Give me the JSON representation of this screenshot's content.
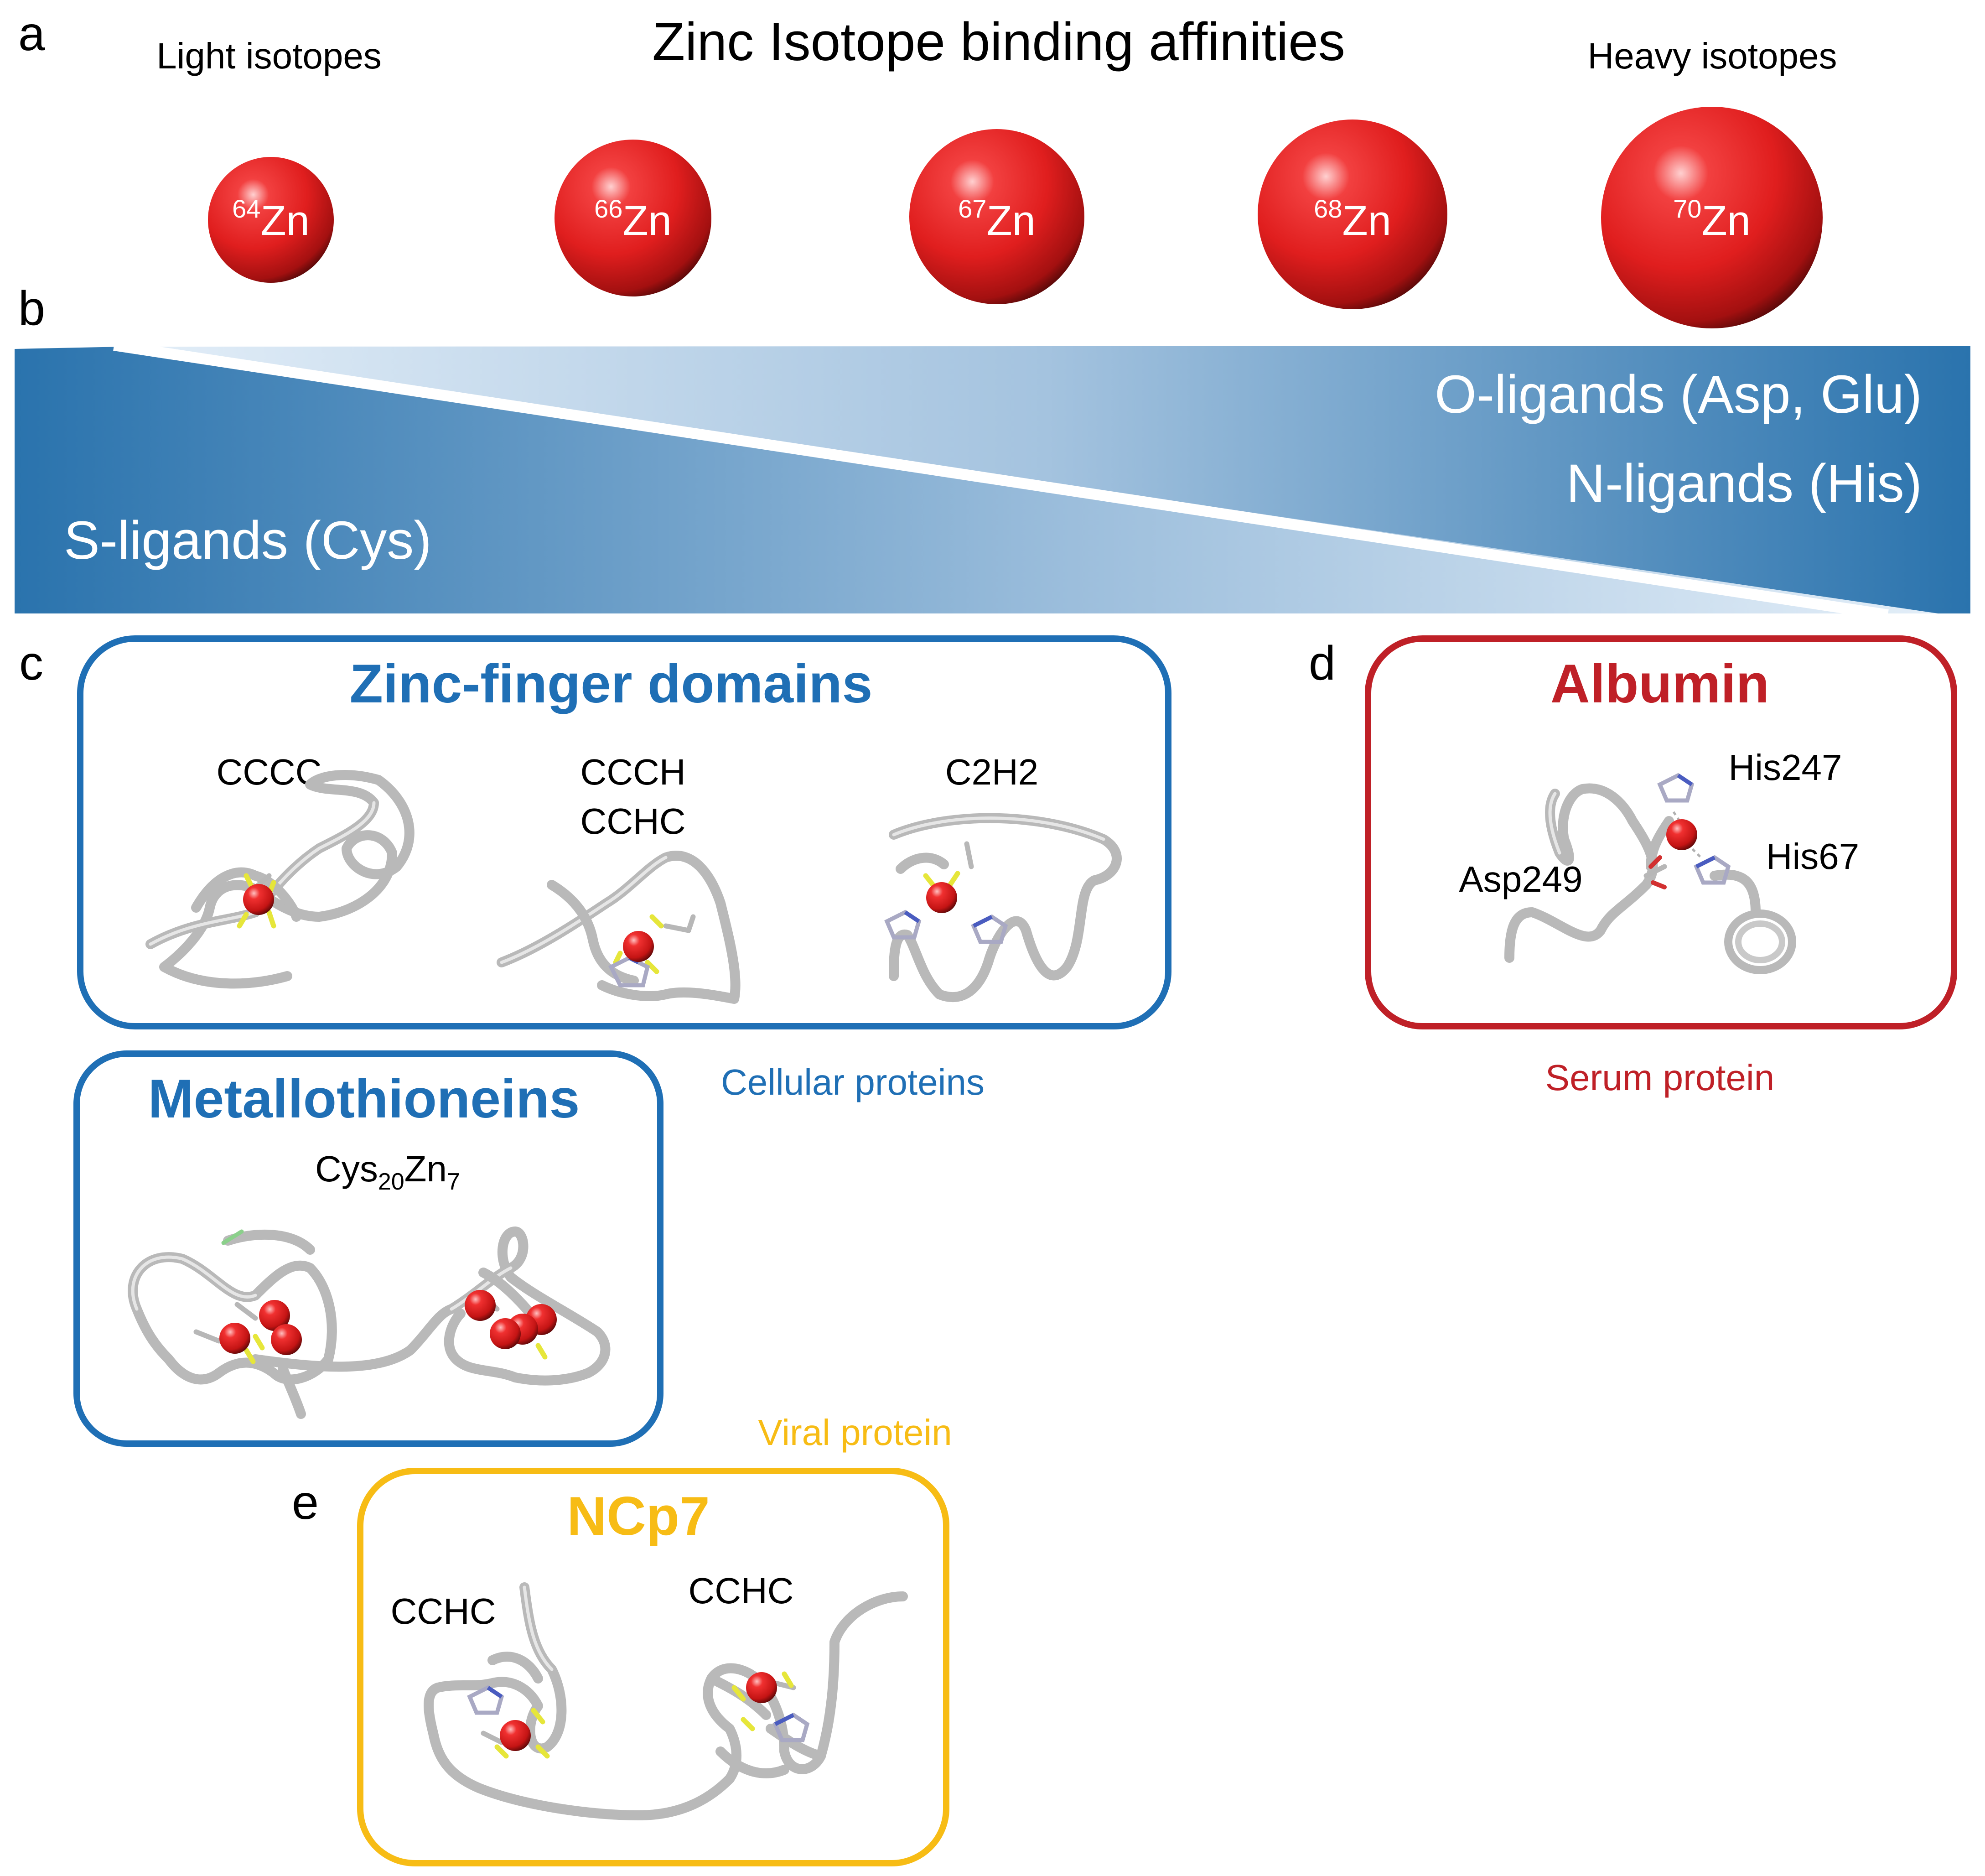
{
  "panel_letters": {
    "a": "a",
    "b": "b",
    "c": "c",
    "d": "d",
    "e": "e"
  },
  "panel_a": {
    "title": "Zinc Isotope binding affinities",
    "left_label": "Light isotopes",
    "right_label": "Heavy isotopes",
    "isotopes": [
      {
        "mass": "64",
        "symbol": "Zn"
      },
      {
        "mass": "66",
        "symbol": "Zn"
      },
      {
        "mass": "67",
        "symbol": "Zn"
      },
      {
        "mass": "68",
        "symbol": "Zn"
      },
      {
        "mass": "70",
        "symbol": "Zn"
      }
    ]
  },
  "panel_b": {
    "s_ligands": "S-ligands (Cys)",
    "o_ligands": "O-ligands (Asp, Glu)",
    "n_ligands": "N-ligands (His)"
  },
  "panel_c": {
    "zinc_finger": {
      "title": "Zinc-finger domains",
      "motif_1": "CCCC",
      "motif_2a": "CCCH",
      "motif_2b": "CCHC",
      "motif_3": "C2H2"
    },
    "metallothioneins": {
      "title": "Metallothioneins",
      "formula_base_1": "Cys",
      "formula_sub_1": "20",
      "formula_base_2": "Zn",
      "formula_sub_2": "7"
    },
    "caption": "Cellular proteins"
  },
  "panel_d": {
    "title": "Albumin",
    "residue_1": "His247",
    "residue_2": "Asp249",
    "residue_3": "His67",
    "caption": "Serum protein"
  },
  "panel_e": {
    "title": "NCp7",
    "motif_1": "CCHC",
    "motif_2": "CCHC",
    "caption": "Viral protein"
  },
  "colors": {
    "cellular_blue": "#1f6fb5",
    "serum_red": "#bf2027",
    "viral_yellow": "#f7bc15",
    "zinc_red": "#e01e1e",
    "gradient_blue": "#2a73ad",
    "gradient_light": "#dce9f5"
  }
}
